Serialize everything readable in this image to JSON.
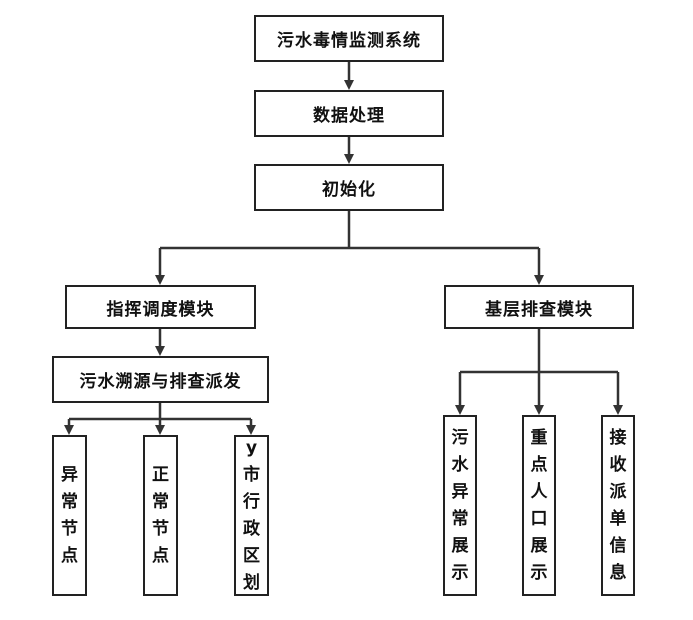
{
  "nodes": {
    "root": "污水毒情监测系统",
    "data_processing": "数据处理",
    "init": "初始化",
    "command_module": "指挥调度模块",
    "grassroots_module": "基层排查模块",
    "trace_dispatch": "污水溯源与排查派发",
    "left_leaves": [
      "异常节点",
      "正常节点",
      "y市行政区划"
    ],
    "right_leaves": [
      "污水异常展示",
      "重点人口展示",
      "接收派单信息"
    ]
  },
  "colors": {
    "line": "#333333",
    "border": "#222222"
  }
}
